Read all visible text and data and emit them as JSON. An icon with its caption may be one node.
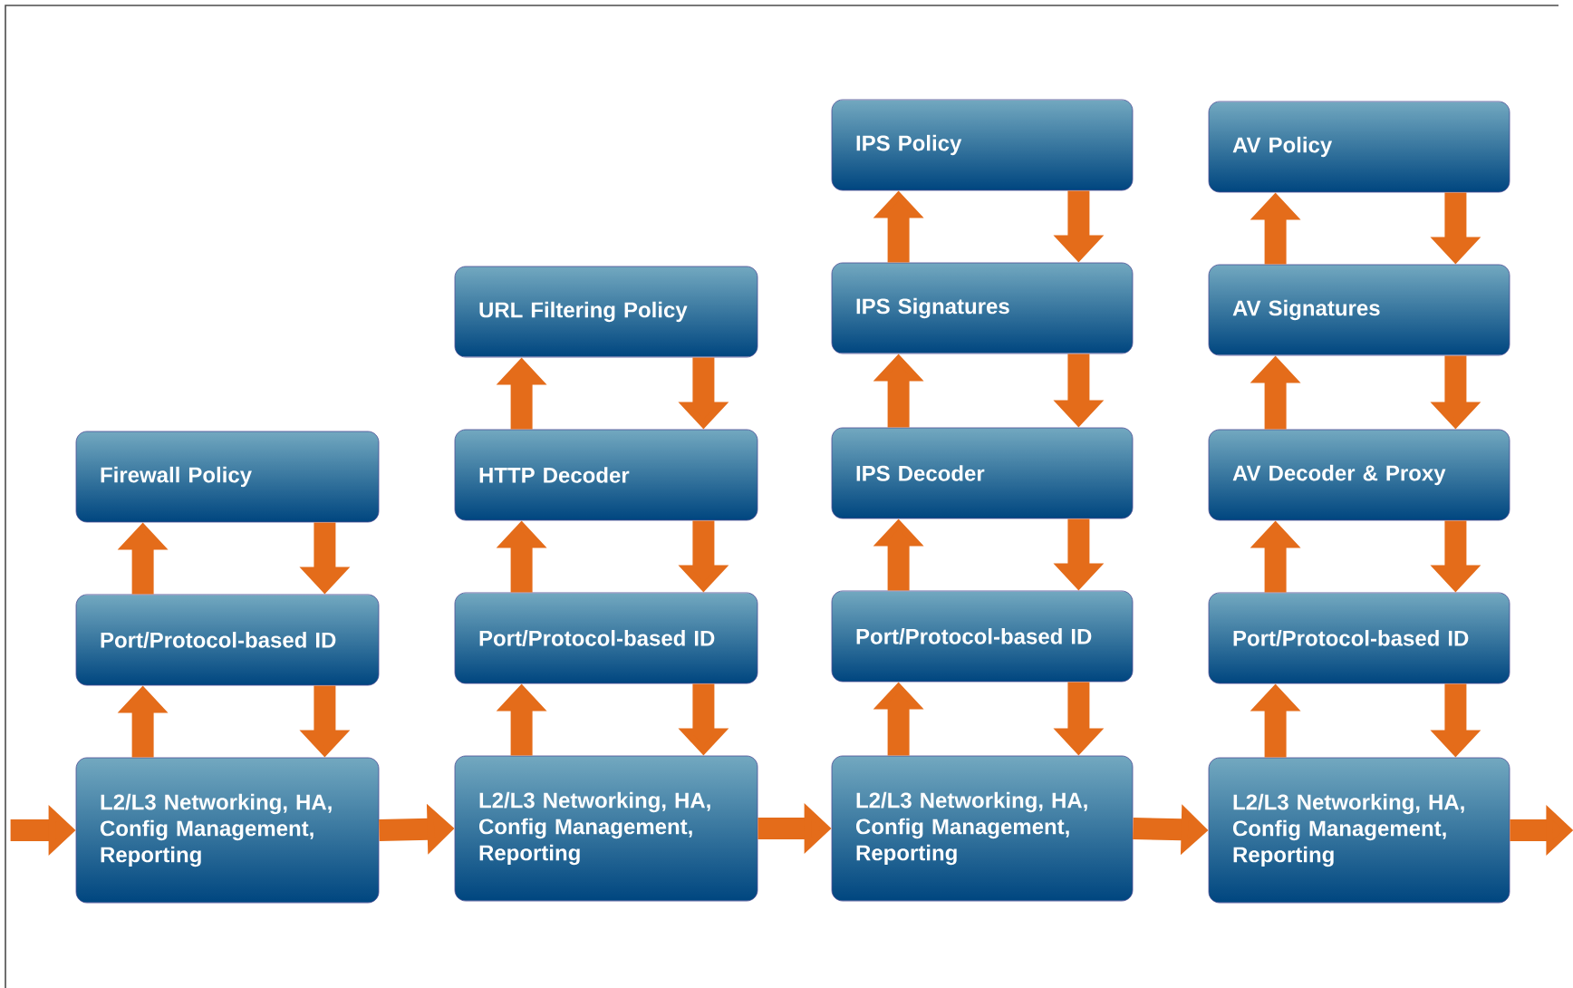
{
  "diagram": {
    "nodes": [
      {
        "text": [
          "Firewall Policy"
        ]
      },
      {
        "text": [
          "Port/Protocol-based ID"
        ]
      },
      {
        "text": [
          "L2/L3 Networking, HA, Config Management, Reporting"
        ]
      },
      {
        "text": [
          "URL Filtering Policy"
        ]
      },
      {
        "text": [
          "HTTP Decoder"
        ]
      },
      {
        "text": [
          "Port/Protocol-based ID"
        ]
      },
      {
        "text": [
          "L2/L3 Networking, HA, Config Management, Reporting"
        ]
      },
      {
        "text": [
          "IPS Policy"
        ]
      },
      {
        "text": [
          "IPS Signatures"
        ]
      },
      {
        "text": [
          "IPS Decoder"
        ]
      },
      {
        "text": [
          "Port/Protocol-based ID"
        ]
      },
      {
        "text": [
          "L2/L3 Networking, HA, Config Management, Reporting"
        ]
      },
      {
        "text": [
          "AV Policy"
        ]
      },
      {
        "text": [
          "AV Signatures"
        ]
      },
      {
        "text": [
          "AV Decoder & Proxy"
        ]
      },
      {
        "text": [
          "Port/Protocol-based ID"
        ]
      },
      {
        "text": [
          "L2/L3 Networking, HA, Config Management, Reporting"
        ]
      }
    ],
    "edges": [
      {
        "from": 1,
        "to": 0,
        "arrow": "to"
      },
      {
        "from": 0,
        "to": 1,
        "arrow": "to"
      },
      {
        "from": 2,
        "to": 1,
        "arrow": "to"
      },
      {
        "from": 1,
        "to": 2,
        "arrow": "to"
      },
      {
        "from": 4,
        "to": 3,
        "arrow": "to"
      },
      {
        "from": 3,
        "to": 4,
        "arrow": "to"
      },
      {
        "from": 5,
        "to": 4,
        "arrow": "to"
      },
      {
        "from": 4,
        "to": 5,
        "arrow": "to"
      },
      {
        "from": 6,
        "to": 5,
        "arrow": "to"
      },
      {
        "from": 5,
        "to": 6,
        "arrow": "to"
      },
      {
        "from": 8,
        "to": 7,
        "arrow": "to"
      },
      {
        "from": 7,
        "to": 8,
        "arrow": "to"
      },
      {
        "from": 9,
        "to": 8,
        "arrow": "to"
      },
      {
        "from": 8,
        "to": 9,
        "arrow": "to"
      },
      {
        "from": 10,
        "to": 9,
        "arrow": "to"
      },
      {
        "from": 9,
        "to": 10,
        "arrow": "to"
      },
      {
        "from": 11,
        "to": 10,
        "arrow": "to"
      },
      {
        "from": 10,
        "to": 11,
        "arrow": "to"
      },
      {
        "from": 13,
        "to": 12,
        "arrow": "to"
      },
      {
        "from": 12,
        "to": 13,
        "arrow": "to"
      },
      {
        "from": 14,
        "to": 13,
        "arrow": "to"
      },
      {
        "from": 13,
        "to": 14,
        "arrow": "to"
      },
      {
        "from": 15,
        "to": 14,
        "arrow": "to"
      },
      {
        "from": 14,
        "to": 15,
        "arrow": "to"
      },
      {
        "from": 16,
        "to": 15,
        "arrow": "to"
      },
      {
        "from": 15,
        "to": 16,
        "arrow": "to"
      },
      {
        "from": null,
        "to": 2,
        "arrow": "to"
      },
      {
        "from": 2,
        "to": 6,
        "arrow": "to"
      },
      {
        "from": 6,
        "to": 11,
        "arrow": "to"
      },
      {
        "from": 11,
        "to": 16,
        "arrow": "to"
      },
      {
        "from": 16,
        "to": null,
        "arrow": "to"
      }
    ]
  }
}
